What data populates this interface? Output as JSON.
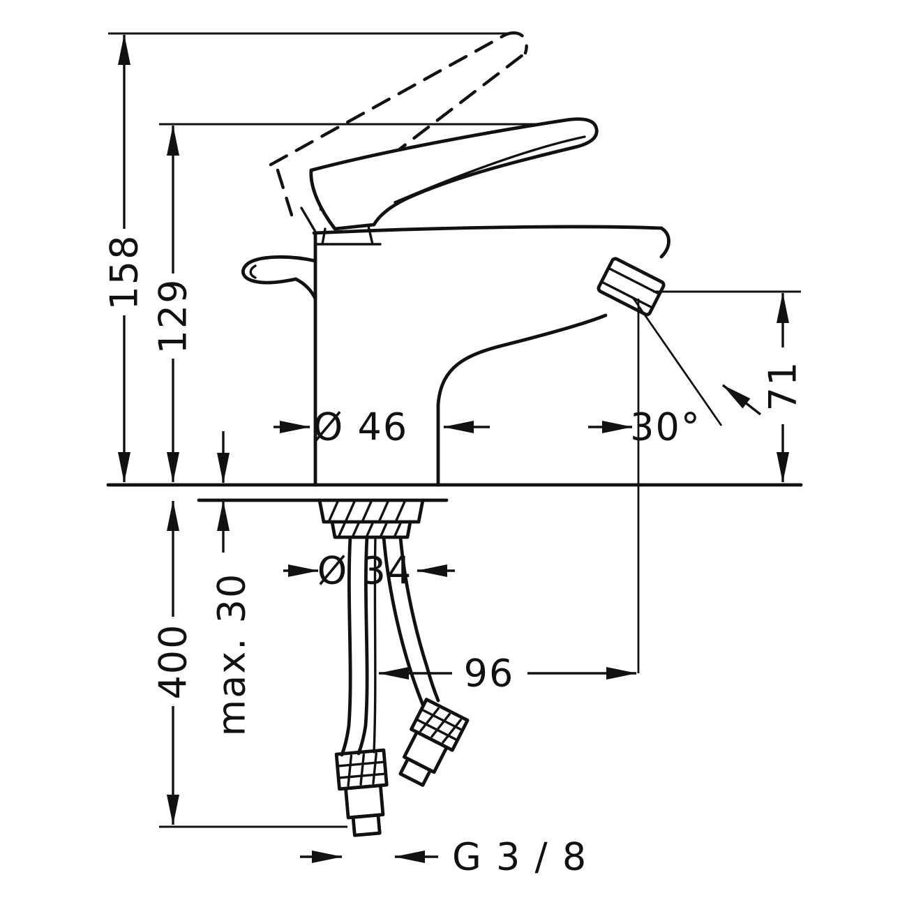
{
  "diagram": {
    "type": "technical-dimension-drawing",
    "subject": "single-lever basin mixer faucet, side view with supply hoses",
    "line_color": "#111111",
    "background": "#ffffff",
    "dims": {
      "total_height": "158",
      "deck_height": "129",
      "hose_length": "400",
      "max_deck_thickness": "max. 30",
      "base_diameter": "Ø 46",
      "shank_diameter": "Ø 34",
      "outlet_angle": "30°",
      "outlet_height": "71",
      "outlet_reach": "96",
      "thread_size": "G 3 / 8"
    }
  }
}
